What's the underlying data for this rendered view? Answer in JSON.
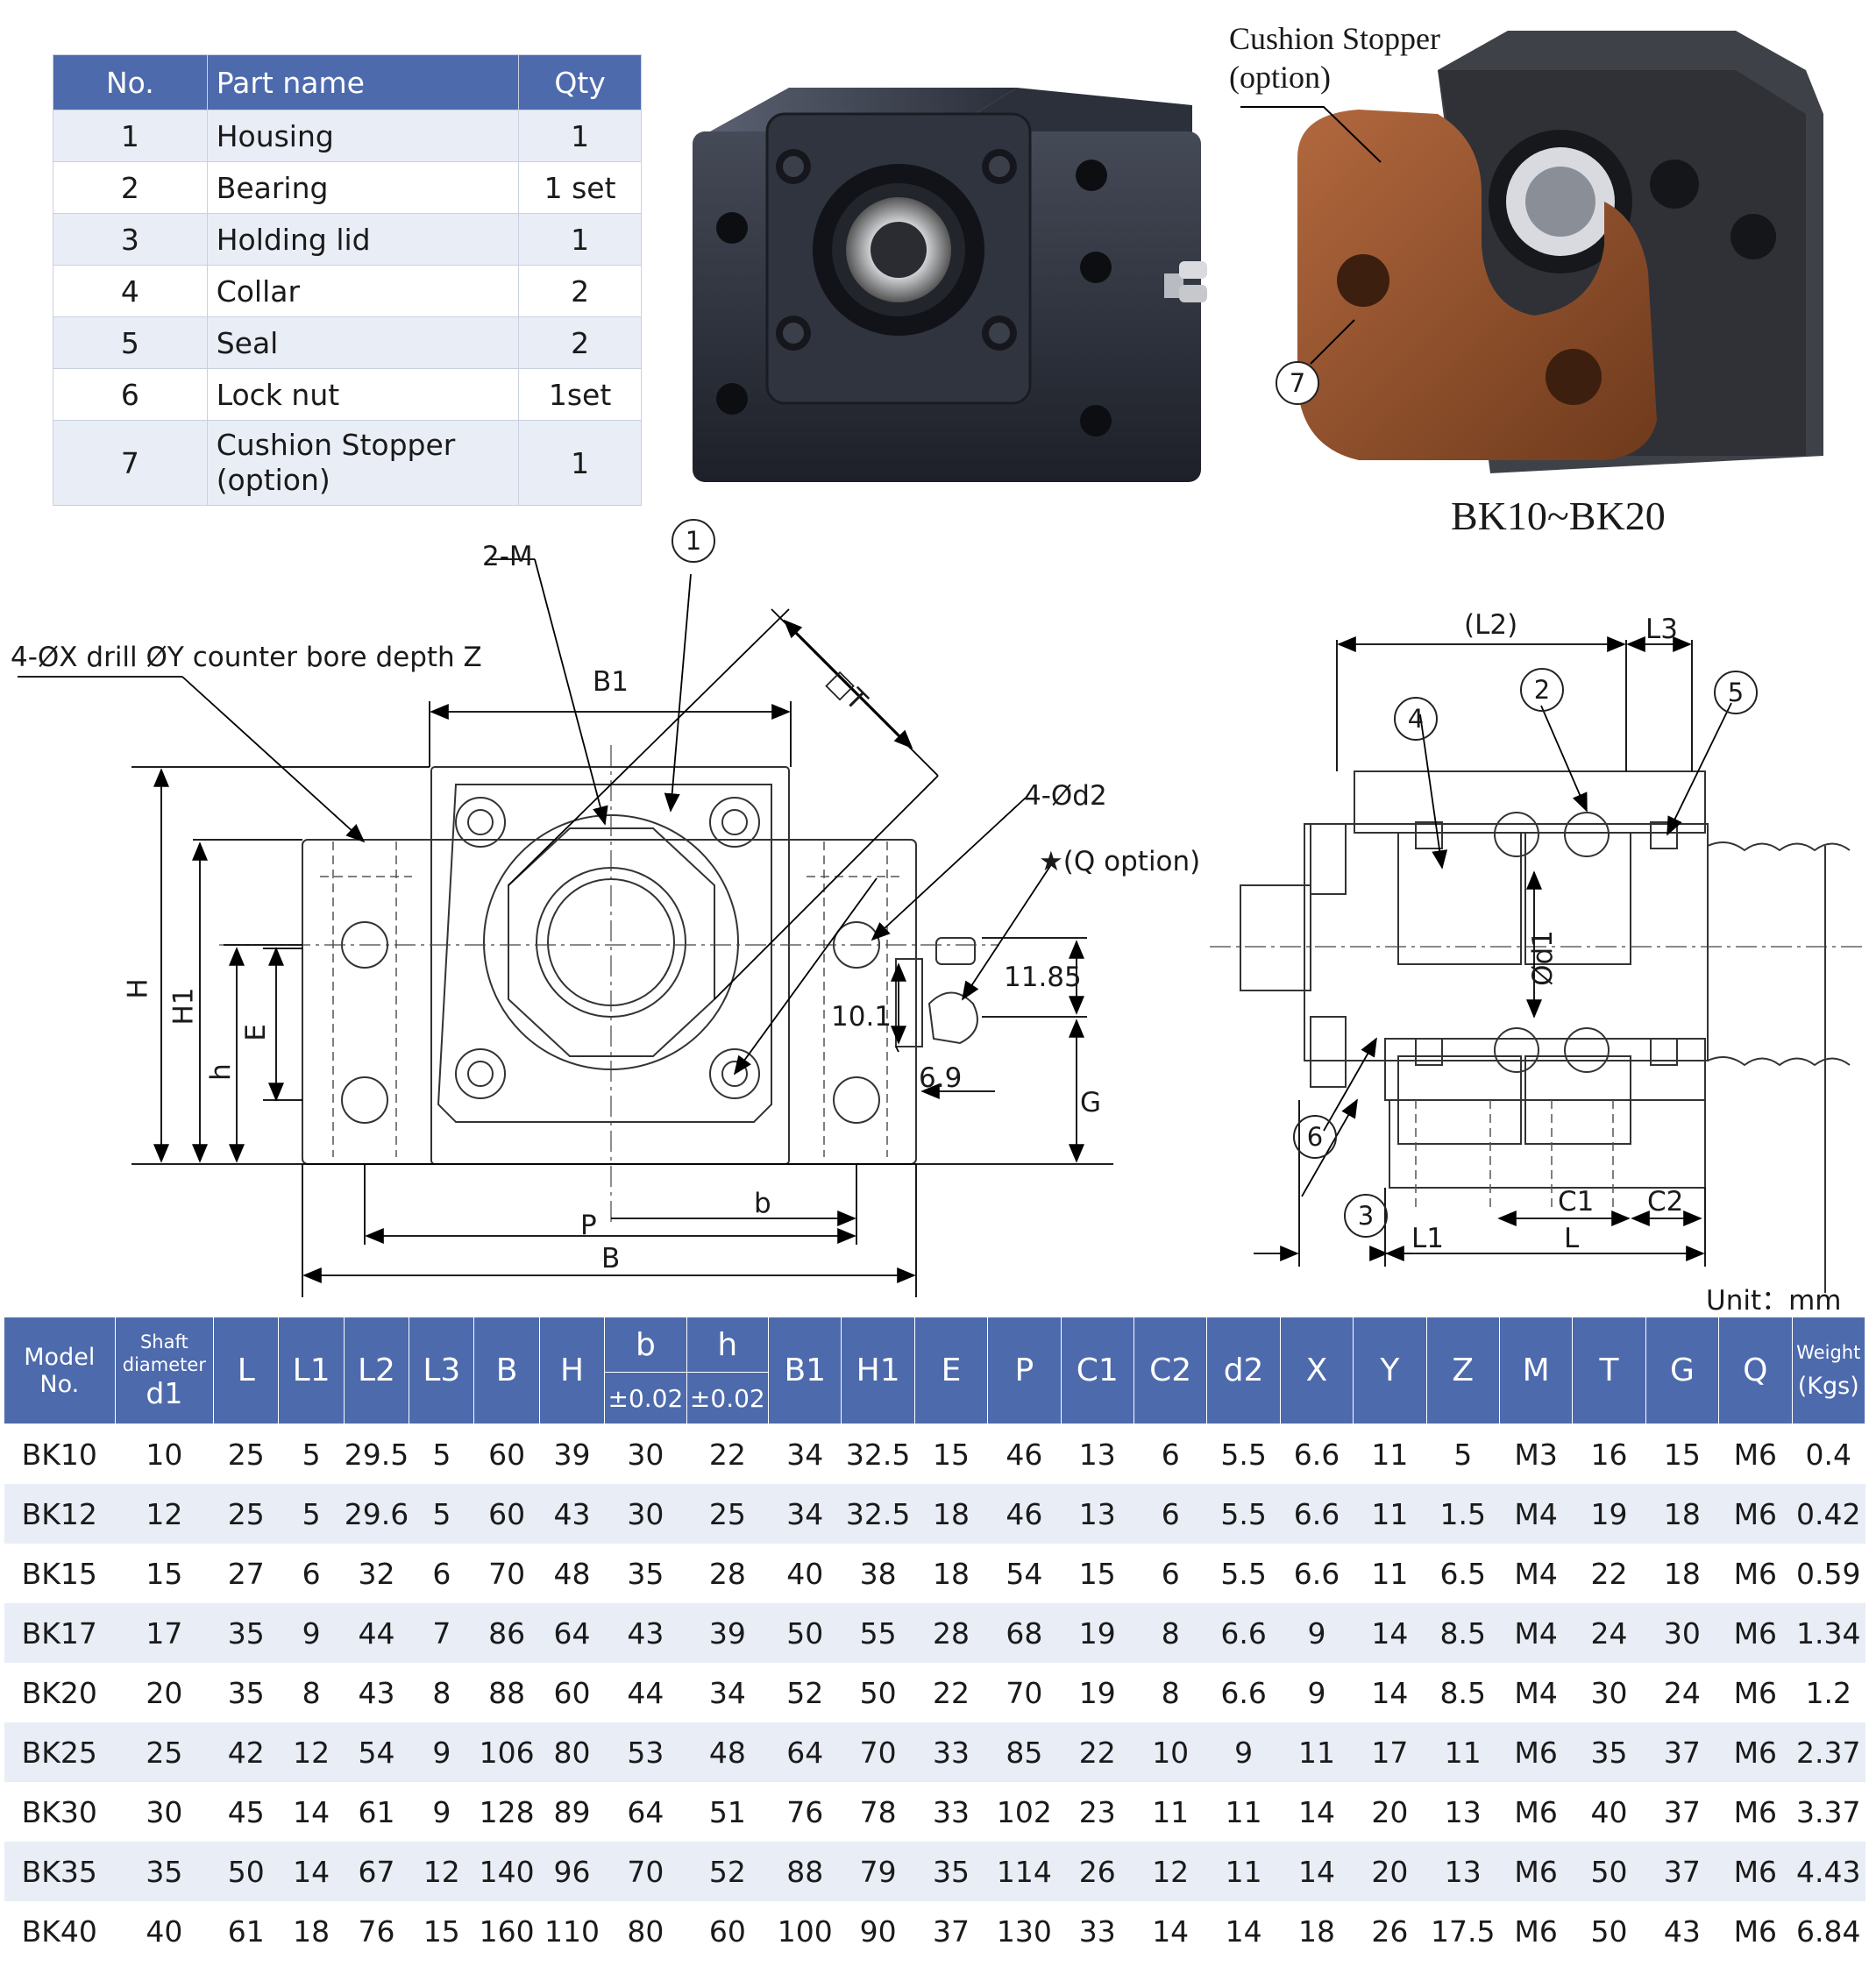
{
  "parts_table": {
    "headers": [
      "No.",
      "Part name",
      "Qty"
    ],
    "rows": [
      {
        "no": "1",
        "name": "Housing",
        "qty": "1"
      },
      {
        "no": "2",
        "name": "Bearing",
        "qty": "1 set"
      },
      {
        "no": "3",
        "name": "Holding lid",
        "qty": "1"
      },
      {
        "no": "4",
        "name": "Collar",
        "qty": "2"
      },
      {
        "no": "5",
        "name": "Seal",
        "qty": "2"
      },
      {
        "no": "6",
        "name": "Lock nut",
        "qty": "1set"
      },
      {
        "no": "7",
        "name": "Cushion Stopper",
        "name2": "(option)",
        "qty": "1"
      }
    ]
  },
  "photo2": {
    "callout_line1": "Cushion Stopper",
    "callout_line2": "(option)",
    "part_number": "7",
    "caption": "BK10~BK20"
  },
  "front_view": {
    "labels": {
      "drill": "4-ØX drill ØY counter bore depth Z",
      "two_m": "2-M",
      "b1": "B1",
      "t": "□T",
      "d2": "4-Ød2",
      "q": "★(Q option)",
      "dim_1185": "11.85",
      "dim_101": "10.1",
      "dim_69": "6.9",
      "g": "G",
      "h_upper": "H",
      "h1": "H1",
      "h_lower": "h",
      "e": "E",
      "p": "P",
      "b_lower": "b",
      "b_upper": "B",
      "circle1": "1"
    }
  },
  "section_view": {
    "labels": {
      "l2": "(L2)",
      "l3": "L3",
      "d1": "Ød1",
      "c1": "C1",
      "c2": "C2",
      "l1": "L1",
      "l": "L",
      "n2": "2",
      "n3": "3",
      "n4": "4",
      "n5": "5",
      "n6": "6"
    }
  },
  "unit": "Unit：mm",
  "spec_table": {
    "headers": {
      "model": "Model No.",
      "shaft_line1": "Shaft",
      "shaft_line2": "diameter",
      "shaft_d1": "d1",
      "L": "L",
      "L1": "L1",
      "L2": "L2",
      "L3": "L3",
      "B": "B",
      "H": "H",
      "b": "b",
      "b_tol": "±0.02",
      "h": "h",
      "h_tol": "±0.02",
      "B1": "B1",
      "H1": "H1",
      "E": "E",
      "P": "P",
      "C1": "C1",
      "C2": "C2",
      "d2": "d2",
      "X": "X",
      "Y": "Y",
      "Z": "Z",
      "M": "M",
      "T": "T",
      "G": "G",
      "Q": "Q",
      "weight_line1": "Weight",
      "weight_line2": "(Kgs)"
    },
    "rows": [
      [
        "BK10",
        "10",
        "25",
        "5",
        "29.5",
        "5",
        "60",
        "39",
        "30",
        "22",
        "34",
        "32.5",
        "15",
        "46",
        "13",
        "6",
        "5.5",
        "6.6",
        "11",
        "5",
        "M3",
        "16",
        "15",
        "M6",
        "0.4"
      ],
      [
        "BK12",
        "12",
        "25",
        "5",
        "29.6",
        "5",
        "60",
        "43",
        "30",
        "25",
        "34",
        "32.5",
        "18",
        "46",
        "13",
        "6",
        "5.5",
        "6.6",
        "11",
        "1.5",
        "M4",
        "19",
        "18",
        "M6",
        "0.42"
      ],
      [
        "BK15",
        "15",
        "27",
        "6",
        "32",
        "6",
        "70",
        "48",
        "35",
        "28",
        "40",
        "38",
        "18",
        "54",
        "15",
        "6",
        "5.5",
        "6.6",
        "11",
        "6.5",
        "M4",
        "22",
        "18",
        "M6",
        "0.59"
      ],
      [
        "BK17",
        "17",
        "35",
        "9",
        "44",
        "7",
        "86",
        "64",
        "43",
        "39",
        "50",
        "55",
        "28",
        "68",
        "19",
        "8",
        "6.6",
        "9",
        "14",
        "8.5",
        "M4",
        "24",
        "30",
        "M6",
        "1.34"
      ],
      [
        "BK20",
        "20",
        "35",
        "8",
        "43",
        "8",
        "88",
        "60",
        "44",
        "34",
        "52",
        "50",
        "22",
        "70",
        "19",
        "8",
        "6.6",
        "9",
        "14",
        "8.5",
        "M4",
        "30",
        "24",
        "M6",
        "1.2"
      ],
      [
        "BK25",
        "25",
        "42",
        "12",
        "54",
        "9",
        "106",
        "80",
        "53",
        "48",
        "64",
        "70",
        "33",
        "85",
        "22",
        "10",
        "9",
        "11",
        "17",
        "11",
        "M6",
        "35",
        "37",
        "M6",
        "2.37"
      ],
      [
        "BK30",
        "30",
        "45",
        "14",
        "61",
        "9",
        "128",
        "89",
        "64",
        "51",
        "76",
        "78",
        "33",
        "102",
        "23",
        "11",
        "11",
        "14",
        "20",
        "13",
        "M6",
        "40",
        "37",
        "M6",
        "3.37"
      ],
      [
        "BK35",
        "35",
        "50",
        "14",
        "67",
        "12",
        "140",
        "96",
        "70",
        "52",
        "88",
        "79",
        "35",
        "114",
        "26",
        "12",
        "11",
        "14",
        "20",
        "13",
        "M6",
        "50",
        "37",
        "M6",
        "4.43"
      ],
      [
        "BK40",
        "40",
        "61",
        "18",
        "76",
        "15",
        "160",
        "110",
        "80",
        "60",
        "100",
        "90",
        "37",
        "130",
        "33",
        "14",
        "14",
        "18",
        "26",
        "17.5",
        "M6",
        "50",
        "43",
        "M6",
        "6.84"
      ]
    ]
  }
}
